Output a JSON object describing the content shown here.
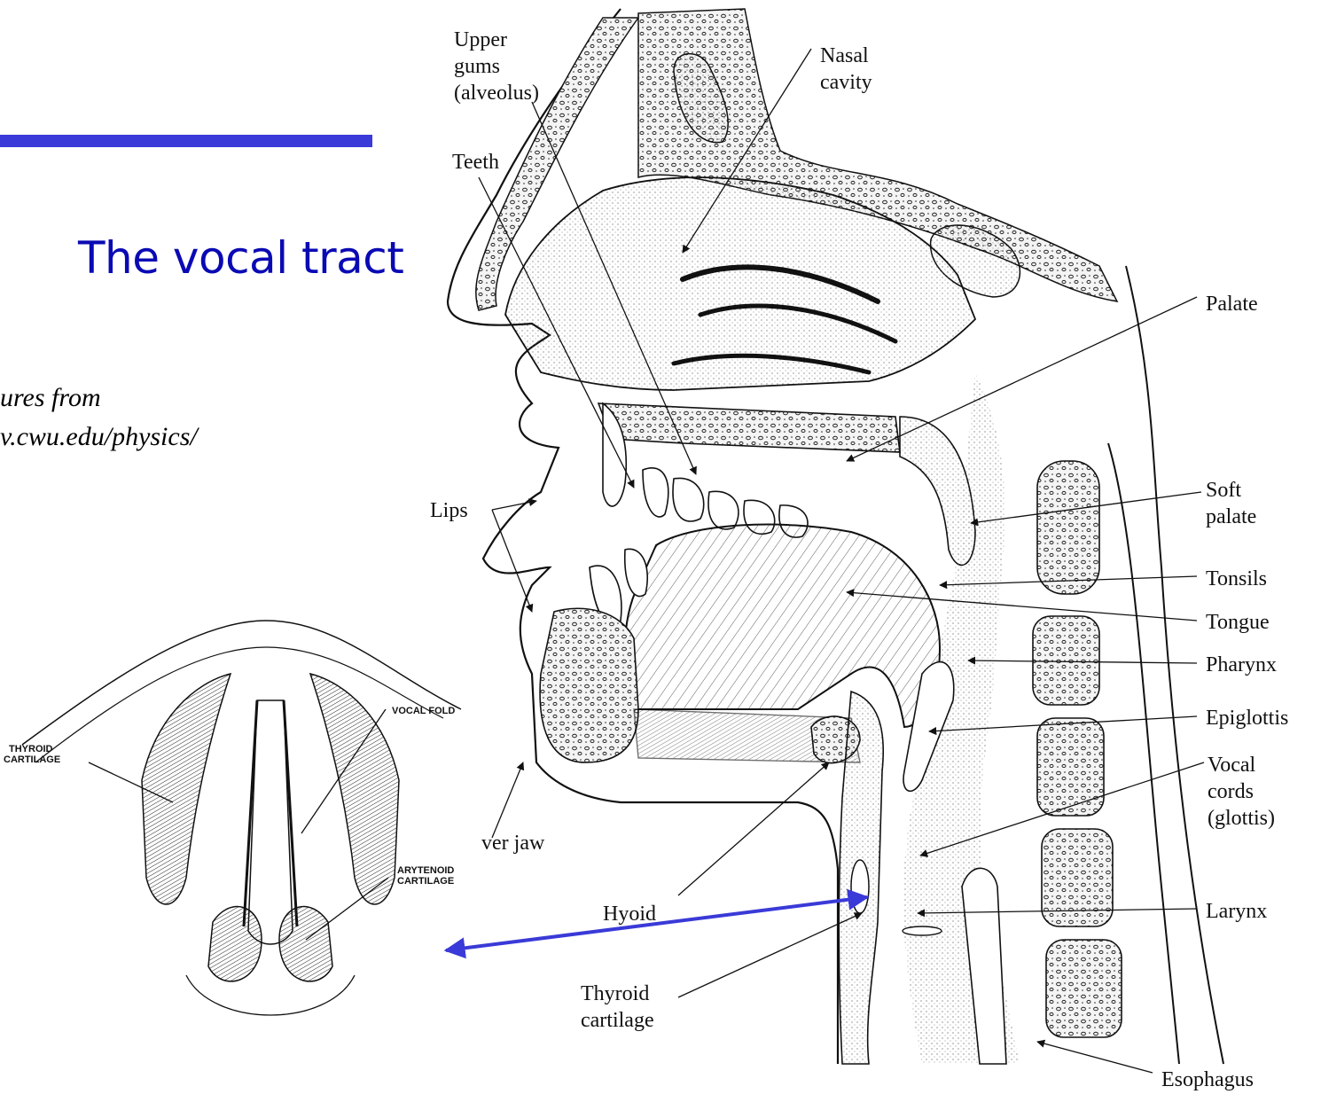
{
  "slide": {
    "title": "The vocal tract",
    "credit_line1": "ures from",
    "credit_line2": "v.cwu.edu/physics/",
    "accent_color": "#3a3ad8",
    "title_color": "#0a0ab4"
  },
  "sagittal_labels": {
    "upper_gums": [
      "Upper",
      "gums",
      "(alveolus)"
    ],
    "nasal_cavity": [
      "Nasal",
      "cavity"
    ],
    "teeth": "Teeth",
    "palate": "Palate",
    "lips": "Lips",
    "soft_palate": [
      "Soft",
      "palate"
    ],
    "tonsils": "Tonsils",
    "tongue": "Tongue",
    "pharynx": "Pharynx",
    "epiglottis": "Epiglottis",
    "vocal_cords": [
      "Vocal",
      "cords",
      "(glottis)"
    ],
    "lower_jaw": "ver jaw",
    "hyoid": "Hyoid",
    "larynx": "Larynx",
    "thyroid_cartilage": [
      "Thyroid",
      "cartilage"
    ],
    "esophagus": "Esophagus"
  },
  "larynx_labels": {
    "thyroid_cartilage": [
      "THYROID",
      "CARTILAGE"
    ],
    "vocal_fold": "VOCAL FOLD",
    "arytenoid_cartilage": [
      "ARYTENOID",
      "CARTILAGE"
    ]
  },
  "connector": {
    "color": "#3a3ad8",
    "meaning": "arrow linking larynx view to vocal cords"
  }
}
